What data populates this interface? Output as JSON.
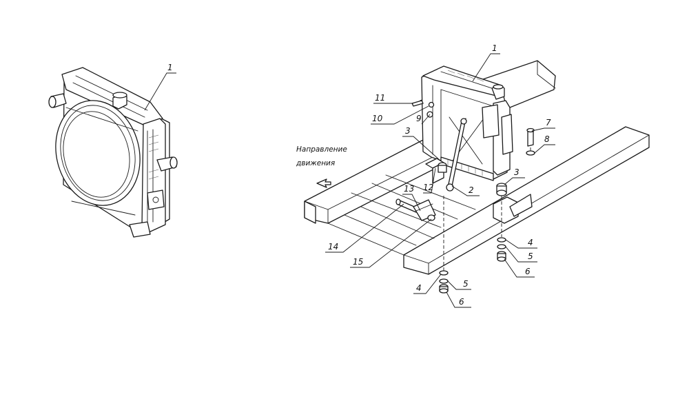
{
  "caption": {
    "line1": "Направление",
    "line2": "движения"
  },
  "callouts": {
    "left_1": "1",
    "right_1": "1",
    "c2": "2",
    "c3a": "3",
    "c3b": "3",
    "c4a": "4",
    "c4b": "4",
    "c5a": "5",
    "c5b": "5",
    "c6a": "6",
    "c6b": "6",
    "c7": "7",
    "c8": "8",
    "c9": "9",
    "c10": "10",
    "c11": "11",
    "c12": "12",
    "c13": "13",
    "c14": "14",
    "c15": "15"
  }
}
